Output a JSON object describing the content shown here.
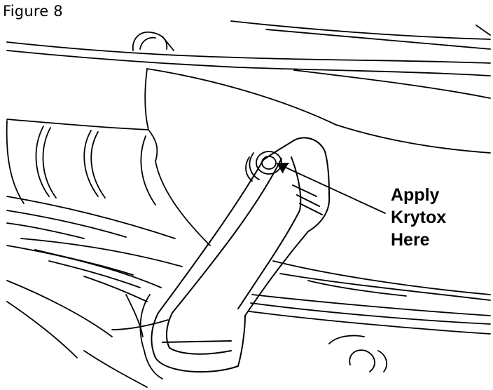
{
  "figure": {
    "title": "Figure 8",
    "callout": {
      "line1": "Apply",
      "line2": "Krytox",
      "line3": "Here"
    }
  },
  "colors": {
    "ink": "#000000",
    "background": "#ffffff"
  }
}
